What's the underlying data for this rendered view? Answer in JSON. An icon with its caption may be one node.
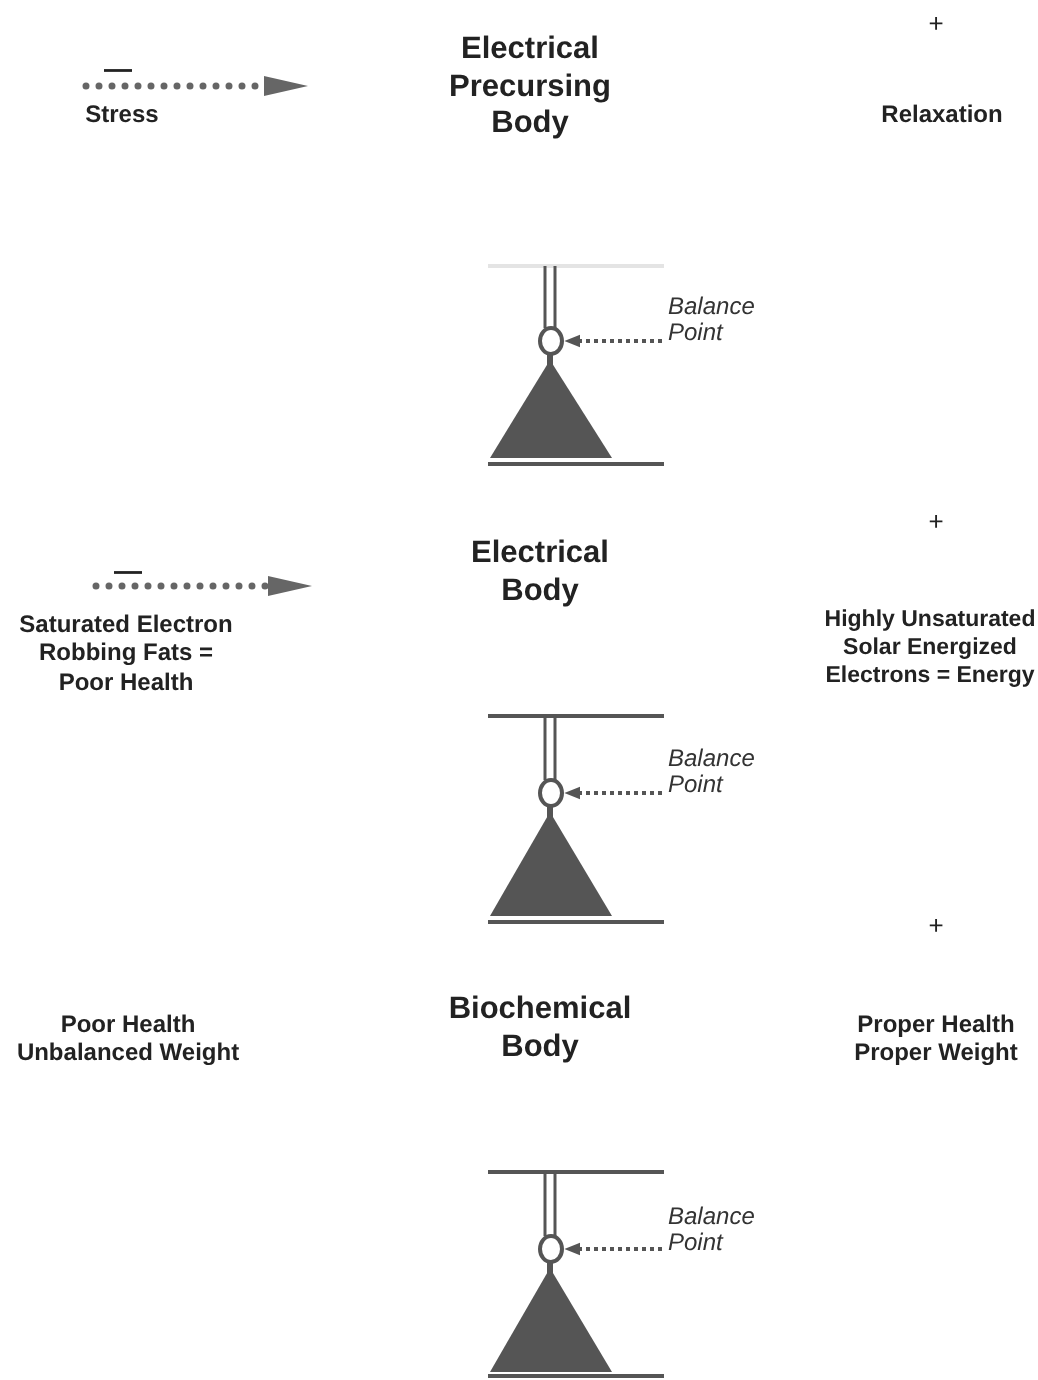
{
  "diagram": {
    "nodes": [
      {
        "text": [
          "Balance Point"
        ]
      },
      {
        "text": [],
        "shape": "circle"
      },
      {
        "text": [
          "Balance Point"
        ]
      },
      {
        "text": [],
        "shape": "circle"
      },
      {
        "text": [
          "Balance Point"
        ]
      },
      {
        "text": [],
        "shape": "circle"
      }
    ],
    "edges": [
      {
        "from": 0,
        "to": 1,
        "arrow": "to",
        "style": "dashed"
      },
      {
        "from": 2,
        "to": 3,
        "arrow": "to",
        "style": "dashed"
      },
      {
        "from": 4,
        "to": 5,
        "arrow": "to",
        "style": "dashed"
      }
    ],
    "labels": [
      "—",
      "Electrical Precursing Body",
      "+",
      "Stress",
      "Relaxation",
      "—",
      "Electrical Body",
      "+",
      "Saturated Electron Robbing Fats = Poor Health",
      "Highly Unsaturated Solar Energized Electrons = Energy",
      "+",
      "Poor Health Unbalanced Weight",
      "Biochemical Body",
      "Proper Health Proper Weight"
    ]
  }
}
